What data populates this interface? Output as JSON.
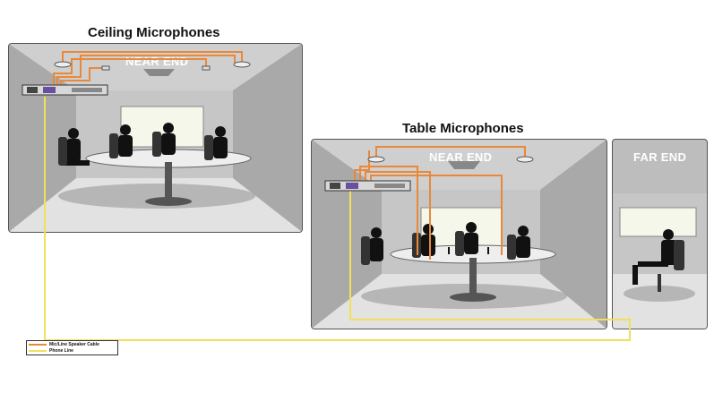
{
  "titles": {
    "ceiling": "Ceiling Microphones",
    "table": "Table Microphones"
  },
  "rooms": {
    "ceiling_near": "NEAR END",
    "table_near": "NEAR END",
    "far": "FAR END"
  },
  "legend": {
    "items": [
      {
        "label": "Mic/Line Speaker Cable",
        "color": "#e8893a"
      },
      {
        "label": "Phone Line",
        "color": "#f2e05a"
      }
    ]
  },
  "colors": {
    "orange_cable": "#e8893a",
    "yellow_line": "#f2e05a",
    "room_wall": "#bdbdbd",
    "floor": "#dcdcdc"
  }
}
